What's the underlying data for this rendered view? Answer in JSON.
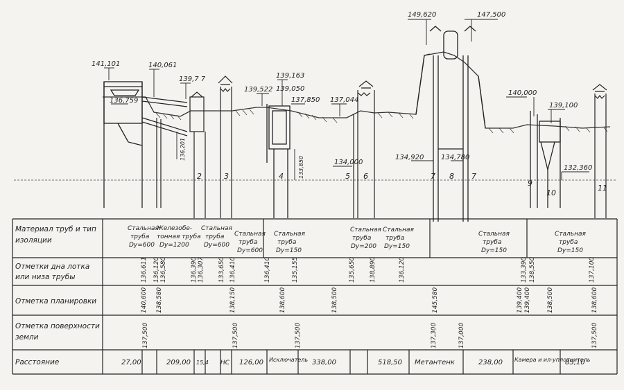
{
  "profile": {
    "elevations": {
      "e141_101": "141,101",
      "e140_061": "140,061",
      "e139_77": "139,7 7",
      "e136_759": "136,759",
      "e136_201": "136,201",
      "e139_522": "139,522",
      "e139_163": "139,163",
      "e139_050": "139,050",
      "e137_850": "137,850",
      "e133_850": "133,850",
      "e137_044": "137,044",
      "e134_000": "134,000",
      "e149_620": "149,620",
      "e147_500": "147,500",
      "e134_920": "134,920",
      "e134_780": "134,780",
      "e140_000": "140,000",
      "e139_100": "139,100",
      "e132_360": "132,360"
    },
    "wells": [
      "2",
      "3",
      "4",
      "5",
      "6",
      "7",
      "8",
      "7",
      "9",
      "10",
      "11"
    ]
  },
  "table": {
    "row_labels": {
      "material": "Материал труб и тип изоляции",
      "tray_bottom": "Отметки дна лотка или низа трубы",
      "planning": "Отметка планировки",
      "ground": "Отметка поверхности земли",
      "distance": "Расстояние"
    },
    "material_cells": {
      "c1": "Стальная труба Dу=600",
      "c2": "Железобетонная труба Dу=1200",
      "c3": "Стальная труба Dу=600",
      "c4": "Стальная труба Dу=600",
      "c5": "Стальная труба Dу=150",
      "c6": "Стальная труба Dу=200",
      "c7": "Стальная труба Dу=150",
      "c8": "Стальная труба Dу=150",
      "c9": "Стальная труба Dу=150"
    },
    "tray_values": [
      "136,611",
      "136,120",
      "136,580",
      "136,390",
      "136,307",
      "133,650",
      "136,410",
      "136,410",
      "135,155",
      "135,650",
      "138,890",
      "136,120",
      "133,390",
      "138,550",
      "137,100"
    ],
    "planning_values": [
      "140,600",
      "138,580",
      "138,150",
      "138,600",
      "138,500",
      "145,580",
      "139,400",
      "139,400",
      "138,500",
      "138,600"
    ],
    "ground_values": [
      "137,500",
      "137,500",
      "137,500",
      "137,300",
      "137,000",
      "137,500"
    ],
    "distance_values": {
      "d1": "27,00",
      "d2": "209,00",
      "d3": "15,4",
      "d4": "НС",
      "d5": "126,00",
      "d6": "Исключатель",
      "d7": "338,00",
      "d8": "518,50",
      "d9": "Метантенк",
      "d10": "238,00",
      "d11": "Камера и ил-уплотнитель",
      "d12": "85,10"
    }
  }
}
